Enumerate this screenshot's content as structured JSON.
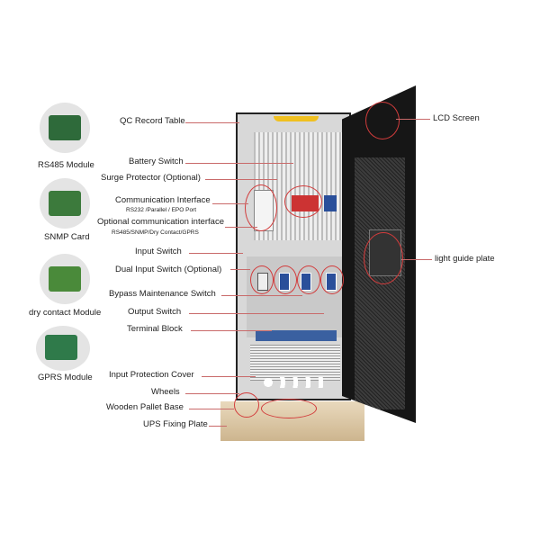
{
  "modules": [
    {
      "label": "RS485 Module",
      "color": "#2e6a3a"
    },
    {
      "label": "SNMP Card",
      "color": "#3c7a3c"
    },
    {
      "label": "dry contact Module",
      "color": "#4a8a3a"
    },
    {
      "label": "GPRS Module",
      "color": "#2f7a4a"
    }
  ],
  "left_labels": {
    "qc": "QC Record Table",
    "battery": "Battery Switch",
    "surge": "Surge Protector (Optional)",
    "comm": "Communication Interface",
    "comm_sub": "RS232 /Parallel / EPO Port",
    "opt_comm": "Optional communication interface",
    "opt_comm_sub": "RS485/SNMP/Dry Contact/GPRS",
    "input": "Input Switch",
    "dual": "Dual Input Switch (Optional)",
    "bypass": "Bypass Maintenance Switch",
    "output": "Output Switch",
    "terminal": "Terminal Block",
    "cover": "Input Protection Cover",
    "wheels": "Wheels",
    "pallet": "Wooden Pallet Base",
    "fixing": "UPS Fixing Plate"
  },
  "right_labels": {
    "lcd": "LCD Screen",
    "light": "light guide plate"
  },
  "colors": {
    "accent_line": "#c96a6a",
    "highlight": "#d23c3c",
    "cabinet": "#dcdcdc",
    "door": "#1a1a1a"
  }
}
